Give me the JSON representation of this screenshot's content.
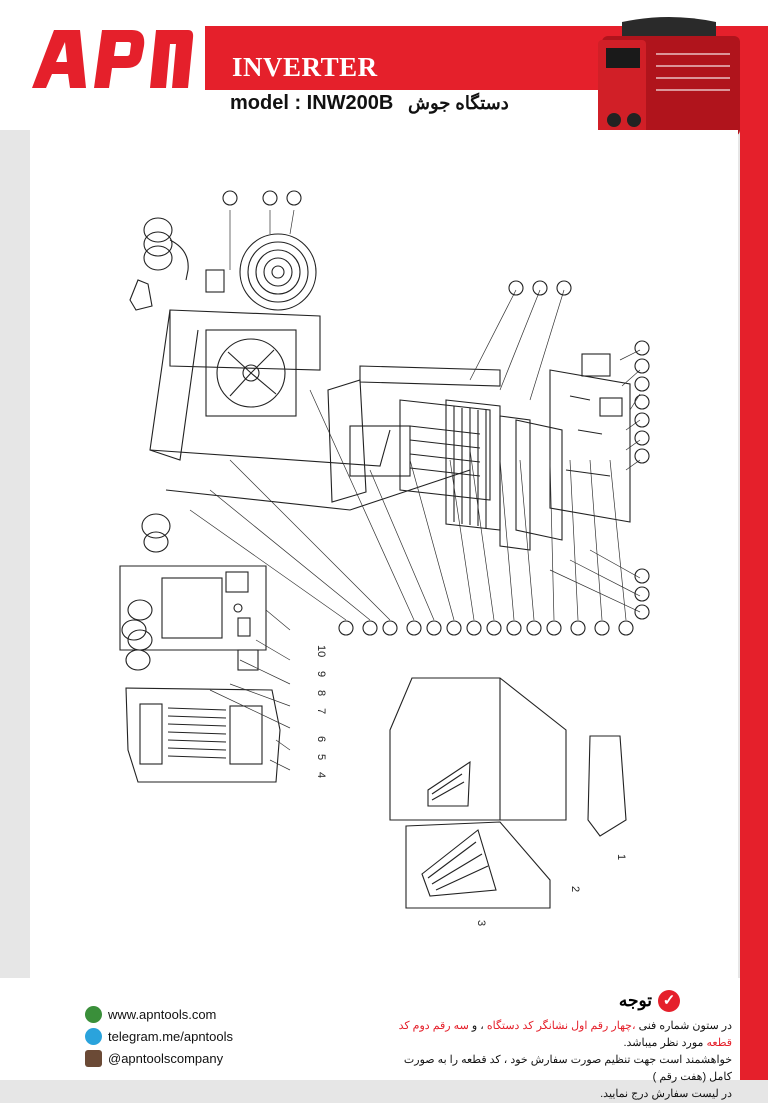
{
  "header": {
    "brand": "APN",
    "title": "INVERTER",
    "model_label": "model : INW200B",
    "fa_title": "دستگاه جوش"
  },
  "diagram": {
    "left_numbers": [
      "10",
      "9",
      "8",
      "7",
      "6",
      "5",
      "4"
    ],
    "case_numbers": [
      "1",
      "2",
      "3"
    ]
  },
  "footer": {
    "links": [
      {
        "icon": "globe-icon",
        "text": "www.apntools.com"
      },
      {
        "icon": "telegram-icon",
        "text": "telegram.me/apntools"
      },
      {
        "icon": "instagram-icon",
        "text": "@apntoolscompany"
      }
    ],
    "note_title": "توجه",
    "note_line1_a": "در ستون شماره فنی ",
    "note_line1_red1": "،چهار رقم اول نشانگر کد دستگاه",
    "note_line1_b": " ، و ",
    "note_line1_red2": "سه رقم دوم کد قطعه",
    "note_line1_c": " مورد نظر میباشد.",
    "note_line2": "خواهشمند است جهت تنظیم صورت سفارش خود ، کد قطعه را به صورت کامل (هفت رقم )",
    "note_line3": "در لیست سفارش درج نمایید."
  },
  "colors": {
    "brand_red": "#e5202b",
    "background_gray": "#e6e6e6"
  }
}
